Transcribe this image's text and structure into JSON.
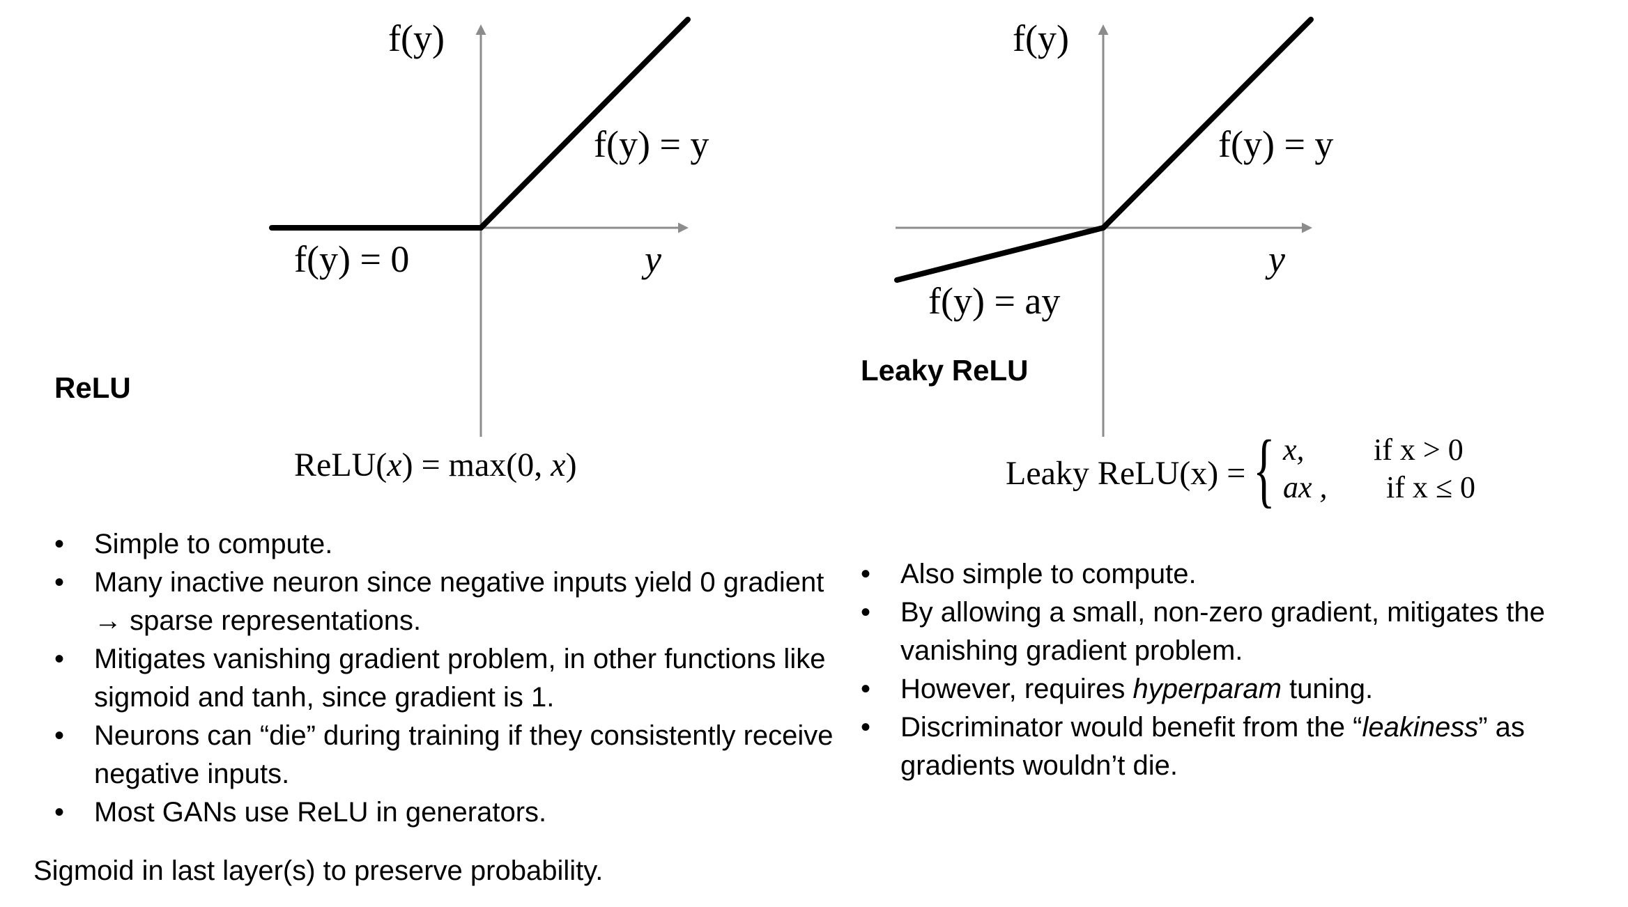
{
  "relu": {
    "title": "ReLU",
    "y_axis_label": "f(y)",
    "x_axis_label": "y",
    "positive_label": "f(y) = y",
    "negative_label": "f(y) = 0",
    "formula_prefix": "ReLU(",
    "formula_var": "x",
    "formula_mid": ") = max(0, ",
    "formula_var2": "x",
    "formula_suffix": ")",
    "bullets": [
      "Simple to compute.",
      "Many inactive neuron since negative inputs yield 0 gradient → sparse representations.",
      "Mitigates vanishing gradient problem, in other functions like sigmoid and tanh, since gradient is 1.",
      "Neurons can “die” during training if they consistently receive negative inputs.",
      "Most GANs use ReLU in generators."
    ],
    "note": "Sigmoid in last layer(s) to preserve probability."
  },
  "leaky_relu": {
    "title": "Leaky ReLU",
    "y_axis_label": "f(y)",
    "x_axis_label": "y",
    "positive_label": "f(y) = y",
    "negative_label": "f(y) = ay",
    "formula_lhs": "Leaky ReLU(x) =",
    "case1_value": "x,",
    "case1_condition": "if x > 0",
    "case2_value": "ax ,",
    "case2_condition": "if x ≤ 0",
    "bullets": [
      {
        "before": "Also simple to compute.",
        "em": "",
        "after": ""
      },
      {
        "before": "By allowing a small, non-zero gradient, mitigates the vanishing gradient problem.",
        "em": "",
        "after": ""
      },
      {
        "before": "However, requires ",
        "em": "hyperparam",
        "after": " tuning."
      },
      {
        "before": "Discriminator would benefit from the “",
        "em": "leakiness",
        "after": "” as gradients wouldn’t die."
      }
    ]
  },
  "colors": {
    "axis": "#8c8c8c",
    "curve": "#000000",
    "text": "#000000"
  }
}
